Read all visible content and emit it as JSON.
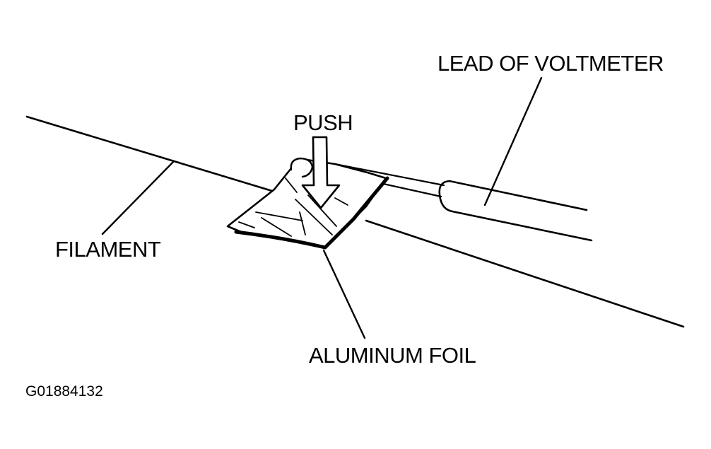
{
  "figure": {
    "labels": {
      "push": "PUSH",
      "lead_of_voltmeter": "LEAD OF VOLTMETER",
      "filament": "FILAMENT",
      "aluminum_foil": "ALUMINUM FOIL"
    },
    "figure_id": "G01884132"
  },
  "colors": {
    "ink": "#000000",
    "background": "#ffffff"
  }
}
